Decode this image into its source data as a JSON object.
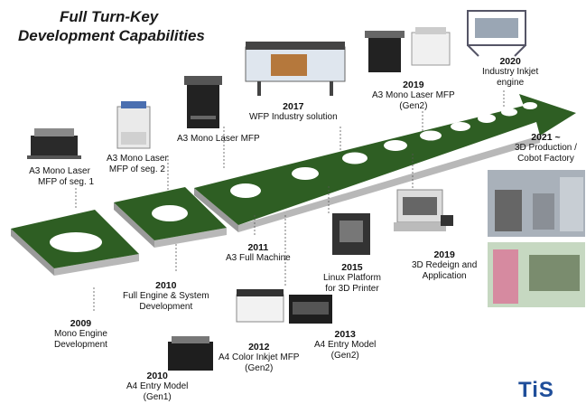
{
  "title": {
    "line1": "Full Turn-Key",
    "line2": "Development Capabilities"
  },
  "milestones": [
    {
      "year": "2009",
      "line1": "Mono Engine",
      "line2": "Development"
    },
    {
      "year": "",
      "line1": "A3 Mono Laser",
      "line2": "MFP of seg. 1"
    },
    {
      "year": "2010",
      "line1": "Full Engine & System",
      "line2": "Development"
    },
    {
      "year": "2010",
      "line1": "A4 Entry Model",
      "line2": "(Gen1)"
    },
    {
      "year": "",
      "line1": "A3 Mono Laser",
      "line2": "MFP of seg. 2"
    },
    {
      "year": "",
      "line1": "A3 Mono Laser MFP",
      "line2": ""
    },
    {
      "year": "2011",
      "line1": "A3 Full Machine",
      "line2": ""
    },
    {
      "year": "2012",
      "line1": "A4 Color Inkjet MFP",
      "line2": "(Gen2)"
    },
    {
      "year": "2013",
      "line1": "A4 Entry Model",
      "line2": "(Gen2)"
    },
    {
      "year": "2015",
      "line1": "Linux Platform",
      "line2": "for 3D Printer"
    },
    {
      "year": "2017",
      "line1": "WFP Industry solution",
      "line2": ""
    },
    {
      "year": "2019",
      "line1": "A3 Mono Laser MFP",
      "line2": "(Gen2)"
    },
    {
      "year": "2019",
      "line1": "3D Redeign and",
      "line2": "Application"
    },
    {
      "year": "2020",
      "line1": "Industry Inkjet",
      "line2": "engine"
    },
    {
      "year": "2021 ~",
      "line1": "3D Production /",
      "line2": "Cobot Factory"
    }
  ],
  "logo_text": "TiS",
  "colors": {
    "platform_top": "#2e5e23",
    "platform_side": "#a9a9a9",
    "dot": "#ffffff"
  }
}
